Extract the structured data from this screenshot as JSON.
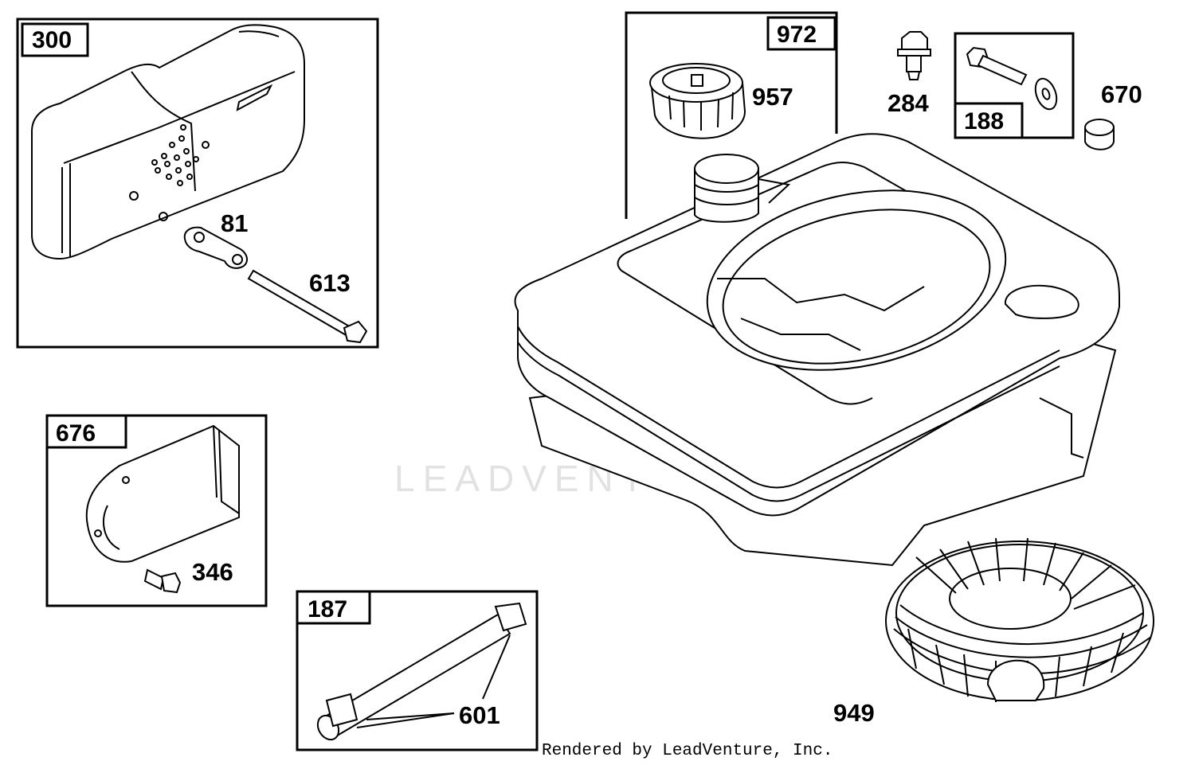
{
  "parts": {
    "p300": "300",
    "p81": "81",
    "p613": "613",
    "p972": "972",
    "p957": "957",
    "p284": "284",
    "p188": "188",
    "p670": "670",
    "p676": "676",
    "p346": "346",
    "p187": "187",
    "p601": "601",
    "p949": "949"
  },
  "watermark": "LEADVENTURE",
  "footer": "Rendered by LeadVenture, Inc."
}
